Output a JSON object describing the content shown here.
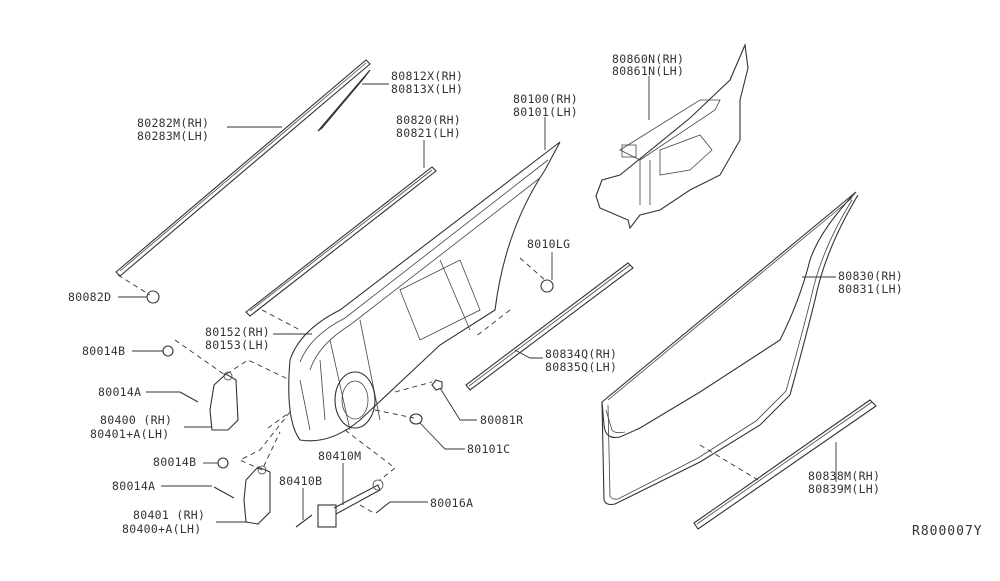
{
  "diagram": {
    "reference_code": "R800007Y",
    "callouts": {
      "c80812x": [
        "80812X(RH)",
        "80813X(LH)"
      ],
      "c80282m": [
        "80282M(RH)",
        "80283M(LH)"
      ],
      "c80820": [
        "80820(RH)",
        "80821(LH)"
      ],
      "c80100": [
        "80100(RH)",
        "80101(LH)"
      ],
      "c80860n": [
        "80860N(RH)",
        "80861N(LH)"
      ],
      "c8010lg": "8010LG",
      "c80082d": "80082D",
      "c80830": [
        "80830(RH)",
        "80831(LH)"
      ],
      "c80152": [
        "80152(RH)",
        "80153(LH)"
      ],
      "c80014b_top": "80014B",
      "c80014a_top": "80014A",
      "c80400_top": [
        "80400 (RH)",
        "80401+A(LH)"
      ],
      "c80834q": [
        "80834Q(RH)",
        "80835Q(LH)"
      ],
      "c80081r": "80081R",
      "c80101c": "80101C",
      "c80410m": "80410M",
      "c80014b_bot": "80014B",
      "c80014a_bot": "80014A",
      "c80410b": "80410B",
      "c80016a": "80016A",
      "c80401_bot": [
        "80401 (RH)",
        "80400+A(LH)"
      ],
      "c80838m": [
        "80838M(RH)",
        "80839M(LH)"
      ]
    }
  }
}
